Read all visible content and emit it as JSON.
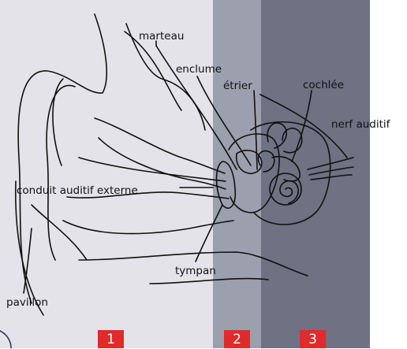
{
  "labels": {
    "marteau": "marteau",
    "enclume": "enclume",
    "etrier": "étrier",
    "cochlee": "cochlée",
    "nerf_auditif": "nerf auditif",
    "conduit": "conduit auditif externe",
    "tympan": "tympan",
    "pavillon": "pavillon"
  },
  "zones": [
    {
      "number": "1",
      "color": "#e4e3e9"
    },
    {
      "number": "2",
      "color": "#9c9fad"
    },
    {
      "number": "3",
      "color": "#6e7283"
    }
  ],
  "badge_color": "#e02b2b"
}
